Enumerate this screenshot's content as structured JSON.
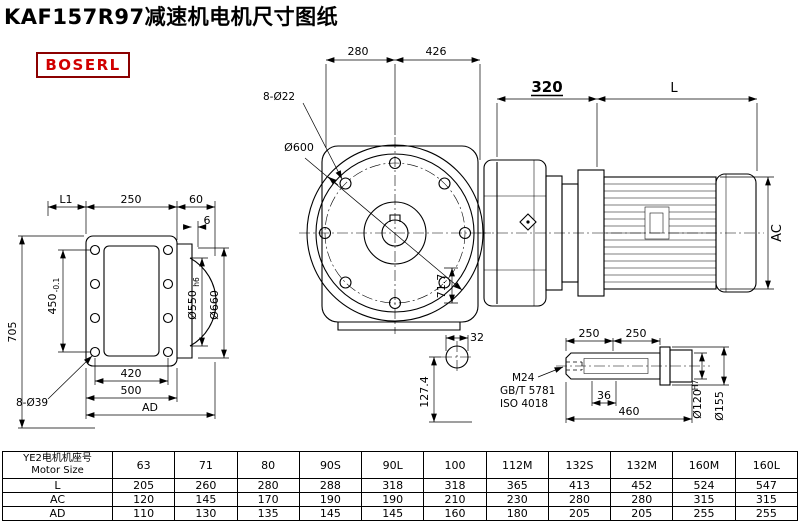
{
  "page": {
    "title": "KAF157R97减速机电机尺寸图纸",
    "brand": "BOSERL",
    "background": "#ffffff",
    "line_color": "#000000",
    "brand_color": "#d10000"
  },
  "left_view": {
    "dim_l1": "L1",
    "dim_250": "250",
    "dim_60": "60",
    "dim_6": "6",
    "dim_705": "705",
    "dim_450": "450",
    "dim_450_tol": "-0.1",
    "dim_holes": "8-Ø39",
    "dim_420": "420",
    "dim_500": "500",
    "dim_ad": "AD",
    "dim_550": "Ø550",
    "dim_550_tol": "h6",
    "dim_660": "Ø660"
  },
  "front_view": {
    "dim_280": "280",
    "dim_426": "426",
    "dim_holes": "8-Ø22",
    "dim_600": "Ø600",
    "dim_717": "71.7",
    "dim_32": "32",
    "dim_1274": "127.4"
  },
  "side_view": {
    "dim_320": "320",
    "dim_l": "L",
    "dim_ac": "AC"
  },
  "shaft_view": {
    "dim_250_a": "250",
    "dim_250_b": "250",
    "dim_m24": "M24",
    "dim_gbt": "GB/T 5781",
    "dim_iso": "ISO 4018",
    "dim_36": "36",
    "dim_460": "460",
    "dim_120": "Ø120",
    "dim_120_tol": "H7",
    "dim_155": "Ø155"
  },
  "table": {
    "header_line1": "YE2电机机座号",
    "header_line2": "Motor Size",
    "sizes": [
      "63",
      "71",
      "80",
      "90S",
      "90L",
      "100",
      "112M",
      "132S",
      "132M",
      "160M",
      "160L"
    ],
    "rows": [
      {
        "label": "L",
        "values": [
          "205",
          "260",
          "280",
          "288",
          "318",
          "318",
          "365",
          "413",
          "452",
          "524",
          "547"
        ]
      },
      {
        "label": "AC",
        "values": [
          "120",
          "145",
          "170",
          "190",
          "190",
          "210",
          "230",
          "280",
          "280",
          "315",
          "315"
        ]
      },
      {
        "label": "AD",
        "values": [
          "110",
          "130",
          "135",
          "145",
          "145",
          "160",
          "180",
          "205",
          "205",
          "255",
          "255"
        ]
      }
    ]
  }
}
